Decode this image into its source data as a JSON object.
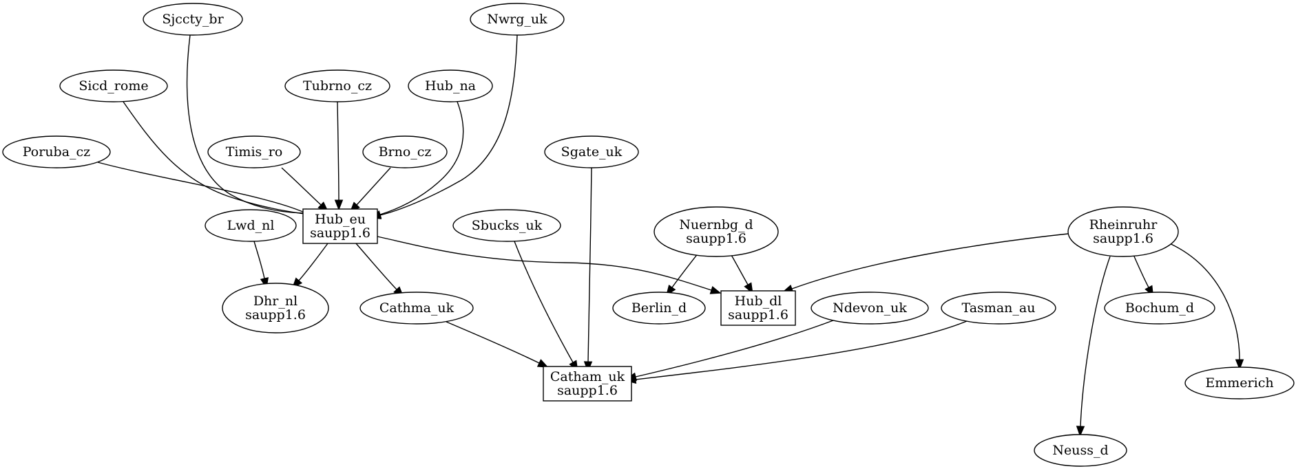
{
  "diagram": {
    "type": "directed-graph",
    "nodes": [
      {
        "id": "sjccty_br",
        "shape": "ellipse",
        "lines": [
          "Sjccty_br"
        ]
      },
      {
        "id": "nwrg_uk",
        "shape": "ellipse",
        "lines": [
          "Nwrg_uk"
        ]
      },
      {
        "id": "sicd_rome",
        "shape": "ellipse",
        "lines": [
          "Sicd_rome"
        ]
      },
      {
        "id": "tubrno_cz",
        "shape": "ellipse",
        "lines": [
          "Tubrno_cz"
        ]
      },
      {
        "id": "hub_na",
        "shape": "ellipse",
        "lines": [
          "Hub_na"
        ]
      },
      {
        "id": "poruba_cz",
        "shape": "ellipse",
        "lines": [
          "Poruba_cz"
        ]
      },
      {
        "id": "timis_ro",
        "shape": "ellipse",
        "lines": [
          "Timis_ro"
        ]
      },
      {
        "id": "brno_cz",
        "shape": "ellipse",
        "lines": [
          "Brno_cz"
        ]
      },
      {
        "id": "sgate_uk",
        "shape": "ellipse",
        "lines": [
          "Sgate_uk"
        ]
      },
      {
        "id": "hub_eu",
        "shape": "box",
        "lines": [
          "Hub_eu",
          "saupp1.6"
        ]
      },
      {
        "id": "lwd_nl",
        "shape": "ellipse",
        "lines": [
          "Lwd_nl"
        ]
      },
      {
        "id": "sbucks_uk",
        "shape": "ellipse",
        "lines": [
          "Sbucks_uk"
        ]
      },
      {
        "id": "nuernbg_d",
        "shape": "ellipse",
        "lines": [
          "Nuernbg_d",
          "saupp1.6"
        ]
      },
      {
        "id": "rheinruhr",
        "shape": "ellipse",
        "lines": [
          "Rheinruhr",
          "saupp1.6"
        ]
      },
      {
        "id": "dhr_nl",
        "shape": "ellipse",
        "lines": [
          "Dhr_nl",
          "saupp1.6"
        ]
      },
      {
        "id": "cathma_uk",
        "shape": "ellipse",
        "lines": [
          "Cathma_uk"
        ]
      },
      {
        "id": "berlin_d",
        "shape": "ellipse",
        "lines": [
          "Berlin_d"
        ]
      },
      {
        "id": "hub_dl",
        "shape": "box",
        "lines": [
          "Hub_dl",
          "saupp1.6"
        ]
      },
      {
        "id": "ndevon_uk",
        "shape": "ellipse",
        "lines": [
          "Ndevon_uk"
        ]
      },
      {
        "id": "tasman_au",
        "shape": "ellipse",
        "lines": [
          "Tasman_au"
        ]
      },
      {
        "id": "bochum_d",
        "shape": "ellipse",
        "lines": [
          "Bochum_d"
        ]
      },
      {
        "id": "catham_uk",
        "shape": "box",
        "lines": [
          "Catham_uk",
          "saupp1.6"
        ]
      },
      {
        "id": "emmerich",
        "shape": "ellipse",
        "lines": [
          "Emmerich"
        ]
      },
      {
        "id": "neuss_d",
        "shape": "ellipse",
        "lines": [
          "Neuss_d"
        ]
      }
    ],
    "edges": [
      {
        "from": "sjccty_br",
        "to": "hub_eu"
      },
      {
        "from": "nwrg_uk",
        "to": "hub_eu"
      },
      {
        "from": "sicd_rome",
        "to": "hub_eu"
      },
      {
        "from": "tubrno_cz",
        "to": "hub_eu"
      },
      {
        "from": "hub_na",
        "to": "hub_eu"
      },
      {
        "from": "poruba_cz",
        "to": "hub_eu"
      },
      {
        "from": "timis_ro",
        "to": "hub_eu"
      },
      {
        "from": "brno_cz",
        "to": "hub_eu"
      },
      {
        "from": "hub_eu",
        "to": "dhr_nl"
      },
      {
        "from": "hub_eu",
        "to": "cathma_uk"
      },
      {
        "from": "hub_eu",
        "to": "hub_dl"
      },
      {
        "from": "lwd_nl",
        "to": "dhr_nl"
      },
      {
        "from": "sgate_uk",
        "to": "catham_uk"
      },
      {
        "from": "sbucks_uk",
        "to": "catham_uk"
      },
      {
        "from": "cathma_uk",
        "to": "catham_uk"
      },
      {
        "from": "ndevon_uk",
        "to": "catham_uk"
      },
      {
        "from": "tasman_au",
        "to": "catham_uk"
      },
      {
        "from": "nuernbg_d",
        "to": "berlin_d"
      },
      {
        "from": "nuernbg_d",
        "to": "hub_dl"
      },
      {
        "from": "rheinruhr",
        "to": "hub_dl"
      },
      {
        "from": "rheinruhr",
        "to": "bochum_d"
      },
      {
        "from": "rheinruhr",
        "to": "emmerich"
      },
      {
        "from": "rheinruhr",
        "to": "neuss_d"
      }
    ]
  }
}
